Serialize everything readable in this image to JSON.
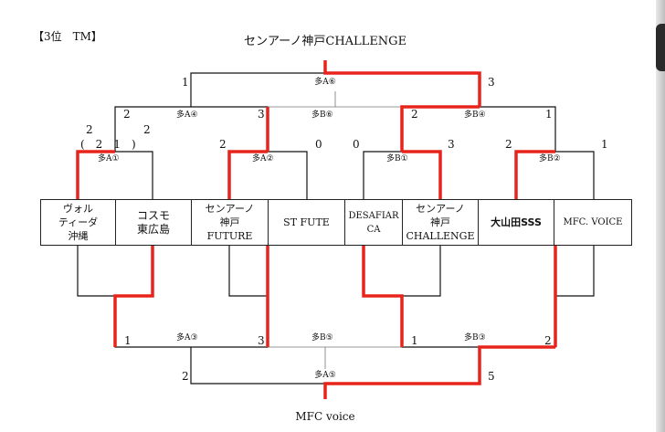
{
  "header": {
    "title": "【3位　TM】"
  },
  "champion_top": "センアーノ神戸CHALLENGE",
  "champion_bottom": "MFC voice",
  "teams": [
    {
      "name": "ヴォル\nティーダ\n沖縄"
    },
    {
      "name": "コスモ\n東広島"
    },
    {
      "name": "センアーノ\n神戸\nFUTURE"
    },
    {
      "name": "ST FUTE"
    },
    {
      "name": "DESAFIAR\nCA"
    },
    {
      "name": "センアーノ\n神戸\nCHALLENGE"
    },
    {
      "name": "大山田SSS"
    },
    {
      "name": "MFC. VOICE"
    }
  ],
  "upper": {
    "r1": [
      {
        "court": "多A①",
        "left_score": "2",
        "right_score": "2",
        "extra": "(　2　1　)"
      },
      {
        "court": "多A②",
        "left_score": "2",
        "right_score": "0"
      },
      {
        "court": "多B①",
        "left_score": "0",
        "right_score": "3"
      },
      {
        "court": "多B②",
        "left_score": "2",
        "right_score": "1"
      }
    ],
    "r2": [
      {
        "court": "多A④",
        "left_score": "2",
        "right_score": "3"
      },
      {
        "court": "多B④",
        "left_score": "2",
        "right_score": "1"
      }
    ],
    "mid": {
      "court": "多B⑥"
    },
    "final": {
      "court": "多A⑥",
      "left_score": "1",
      "right_score": "3"
    }
  },
  "lower": {
    "r1": [
      {
        "court": "多A③",
        "left_score": "1",
        "right_score": "3"
      },
      {
        "court": "多B③",
        "left_score": "1",
        "right_score": "2"
      }
    ],
    "mid": {
      "court": "多B⑤"
    },
    "final": {
      "court": "多A⑤",
      "left_score": "2",
      "right_score": "5"
    }
  }
}
